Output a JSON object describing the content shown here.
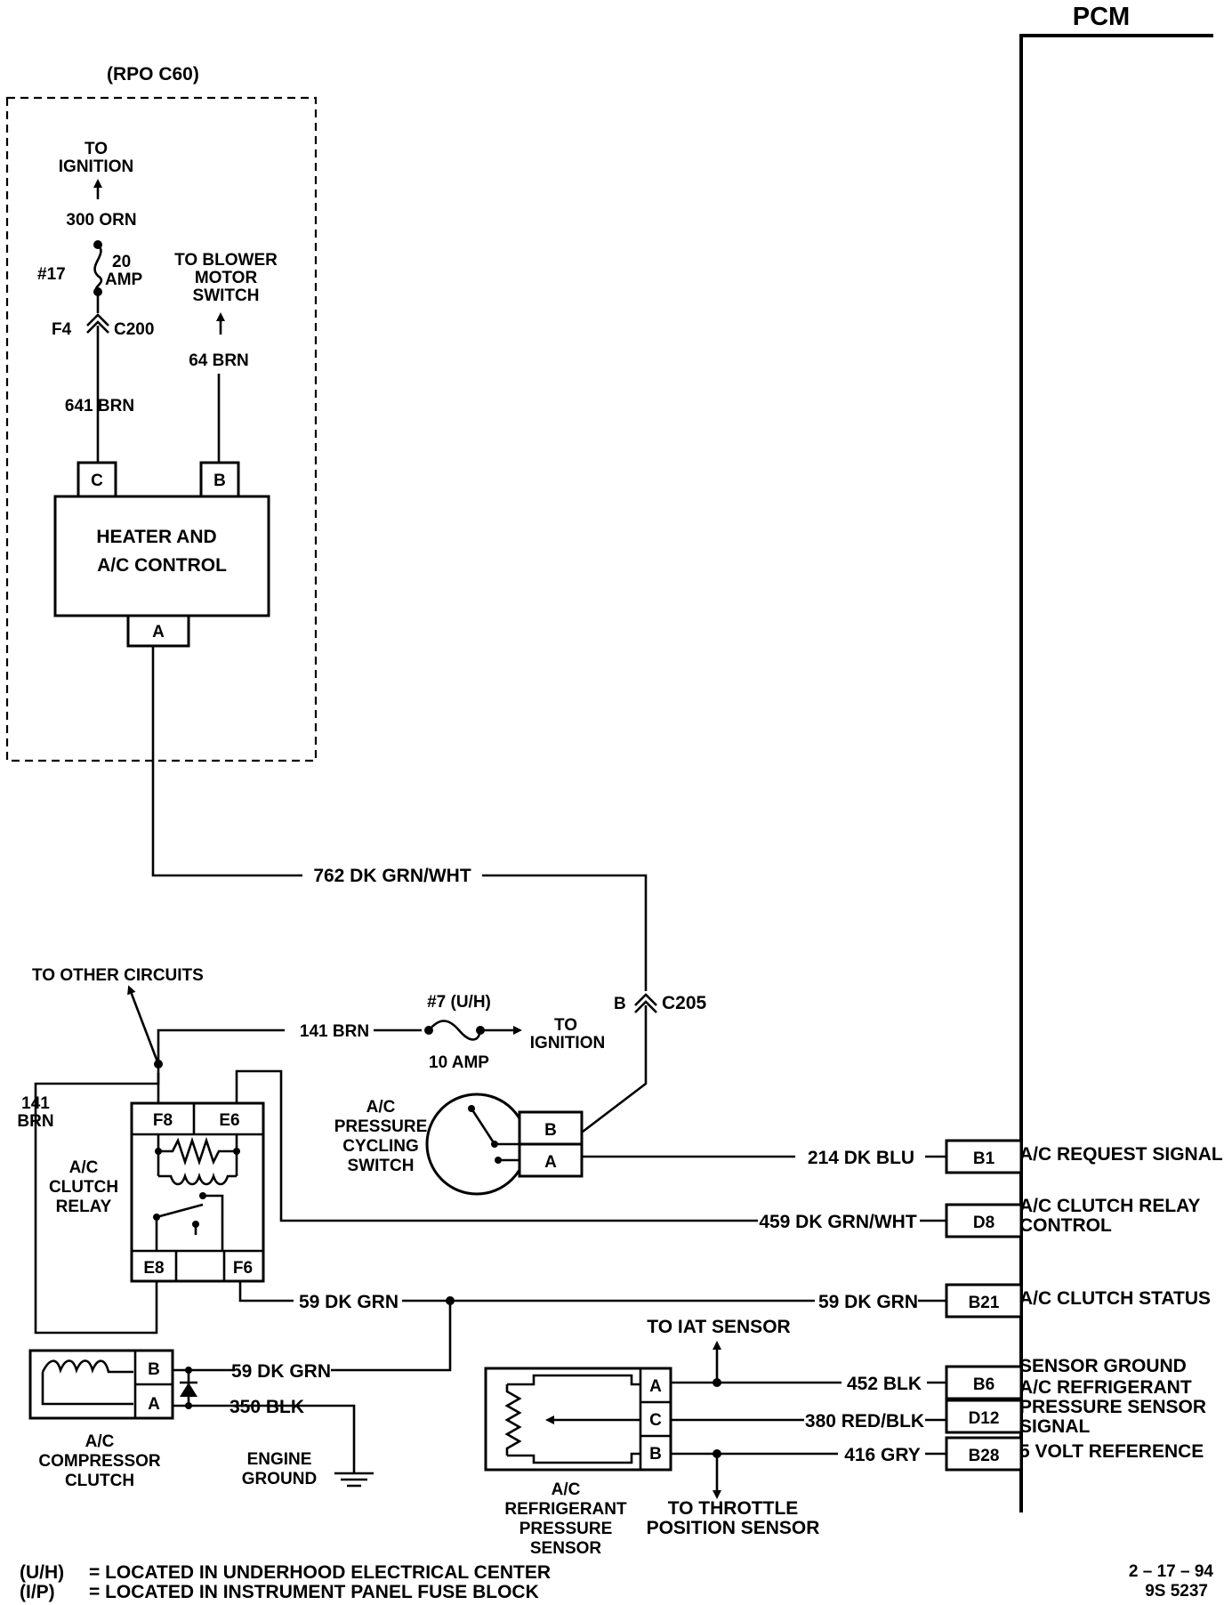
{
  "pcm": {
    "title": "PCM"
  },
  "rpo": {
    "label": "(RPO C60)"
  },
  "ignition_top": {
    "line1": "TO",
    "line2": "IGNITION",
    "wire": "300 ORN"
  },
  "fuse17": {
    "number": "#17",
    "rating1": "20",
    "rating2": "AMP"
  },
  "connector_c200": {
    "pin": "F4",
    "name": "C200"
  },
  "wire_641": "641 BRN",
  "blower": {
    "line1": "TO BLOWER",
    "line2": "MOTOR",
    "line3": "SWITCH",
    "wire": "64 BRN"
  },
  "hvac_control": {
    "line1": "HEATER AND",
    "line2": "A/C CONTROL",
    "pin_c": "C",
    "pin_b": "B",
    "pin_a": "A"
  },
  "wire_762": "762 DK GRN/WHT",
  "connector_c205": {
    "pin": "B",
    "name": "C205"
  },
  "other_circuits": "TO OTHER CIRCUITS",
  "wire_141": "141 BRN",
  "wire_141_left": {
    "line1": "141",
    "line2": "BRN"
  },
  "fuse7": {
    "number": "#7 (U/H)",
    "rating": "10 AMP",
    "to1": "TO",
    "to2": "IGNITION"
  },
  "relay": {
    "line1": "A/C",
    "line2": "CLUTCH",
    "line3": "RELAY",
    "pin_f8": "F8",
    "pin_e6": "E6",
    "pin_e8": "E8",
    "pin_f6": "F6"
  },
  "pressure_switch": {
    "line1": "A/C",
    "line2": "PRESSURE",
    "line3": "CYCLING",
    "line4": "SWITCH",
    "pin_b": "B",
    "pin_a": "A"
  },
  "wire_214": "214 DK BLU",
  "wire_459": "459 DK GRN/WHT",
  "wire_59": "59 DK GRN",
  "wire_59_mid": "59 DK GRN",
  "wire_59_comp": "59 DK GRN",
  "wire_350": "350 BLK",
  "compressor": {
    "line1": "A/C",
    "line2": "COMPRESSOR",
    "line3": "CLUTCH",
    "pin_b": "B",
    "pin_a": "A"
  },
  "engine_ground": {
    "line1": "ENGINE",
    "line2": "GROUND"
  },
  "iat": "TO IAT SENSOR",
  "wire_452": "452 BLK",
  "wire_380": "380 RED/BLK",
  "wire_416": "416 GRY",
  "refrig_sensor": {
    "line1": "A/C",
    "line2": "REFRIGERANT",
    "line3": "PRESSURE",
    "line4": "SENSOR",
    "pin_a": "A",
    "pin_c": "C",
    "pin_b": "B"
  },
  "throttle": {
    "line1": "TO THROTTLE",
    "line2": "POSITION SENSOR"
  },
  "pcm_pins": [
    {
      "pin": "B1",
      "label1": "A/C REQUEST SIGNAL"
    },
    {
      "pin": "D8",
      "label1": "A/C CLUTCH RELAY",
      "label2": "CONTROL"
    },
    {
      "pin": "B21",
      "label1": "A/C CLUTCH STATUS"
    },
    {
      "pin": "B6",
      "label1": "SENSOR GROUND"
    },
    {
      "pin": "D12",
      "label1": "A/C REFRIGERANT",
      "label2": "PRESSURE SENSOR",
      "label3": "SIGNAL"
    },
    {
      "pin": "B28",
      "label1": "5 VOLT REFERENCE"
    }
  ],
  "legend": [
    {
      "abbr": "(U/H)",
      "text": "= LOCATED IN UNDERHOOD ELECTRICAL CENTER"
    },
    {
      "abbr": "(I/P)",
      "text": "= LOCATED IN INSTRUMENT PANEL FUSE BLOCK"
    }
  ],
  "footer": {
    "date": "2 – 17 – 94",
    "code": "9S 5237"
  }
}
